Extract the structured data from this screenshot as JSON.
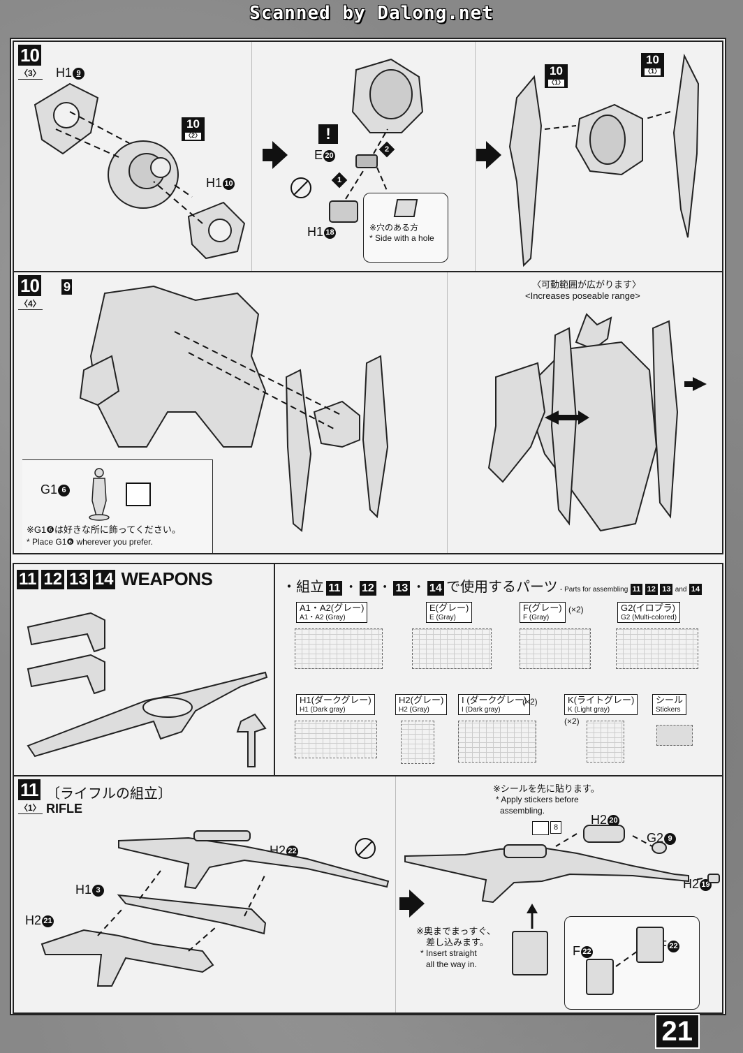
{
  "scan_credit": "Scanned by Dalong.net",
  "page_number": "21",
  "step10_3": {
    "step": "10",
    "sub": "〈3〉",
    "parts": {
      "h1_9": {
        "code": "H1",
        "num": "9"
      },
      "tag": {
        "num": "10",
        "sub": "〈2〉"
      },
      "h1_10": {
        "code": "H1",
        "num": "10"
      },
      "e20": {
        "code": "E",
        "num": "20"
      },
      "h1_18": {
        "code": "H1",
        "num": "18"
      },
      "tag1a": {
        "num": "10",
        "sub": "〈1〉"
      },
      "tag1b": {
        "num": "10",
        "sub": "〈1〉"
      }
    },
    "order": [
      "1",
      "2"
    ],
    "warn": "!",
    "hole_note_jp": "※穴のある方",
    "hole_note_en": "* Side with a hole"
  },
  "step10_4": {
    "step": "10",
    "sub": "〈4〉",
    "ref": "9",
    "poseable_jp": "〈可動範囲が広がります〉",
    "poseable_en": "<Increases poseable range>",
    "g1": {
      "code": "G1",
      "num": "6"
    },
    "g1_note_jp": "※G1❻は好きな所に飾ってください。",
    "g1_note_en": "* Place G1❻ wherever you prefer."
  },
  "weapons": {
    "numbers": [
      "11",
      "12",
      "13",
      "14"
    ],
    "title": "WEAPONS",
    "parts_title_prefix": "・組立",
    "parts_title_suffix": "で使用するパーツ",
    "parts_title_en": "- Parts for assembling",
    "parts_en_and": "and",
    "runners": [
      {
        "jp": "A1・A2(グレー)",
        "en": "A1・A2 (Gray)",
        "qty": ""
      },
      {
        "jp": "E(グレー)",
        "en": "E (Gray)",
        "qty": ""
      },
      {
        "jp": "F(グレー)",
        "en": "F (Gray)",
        "qty": "(×2)"
      },
      {
        "jp": "G2(イロプラ)",
        "en": "G2 (Multi-colored)",
        "qty": ""
      },
      {
        "jp": "H1(ダークグレー)",
        "en": "H1 (Dark gray)",
        "qty": ""
      },
      {
        "jp": "H2(グレー)",
        "en": "H2 (Gray)",
        "qty": ""
      },
      {
        "jp": "I (ダークグレー)",
        "en": "I (Dark gray)",
        "qty": "(×2)"
      },
      {
        "jp": "K(ライトグレー)",
        "en": "K (Light gray)",
        "qty": "(×2)"
      },
      {
        "jp": "シール",
        "en": "Stickers",
        "qty": ""
      }
    ]
  },
  "step11_1": {
    "step": "11",
    "title_jp": "〔ライフルの組立〕",
    "sub": "〈1〉",
    "title_en": "RIFLE",
    "h2_22": {
      "code": "H2",
      "num": "22"
    },
    "h1_3": {
      "code": "H1",
      "num": "3"
    },
    "h2_21": {
      "code": "H2",
      "num": "21"
    },
    "sticker_note_jp": "※シールを先に貼ります。",
    "sticker_note_en1": "* Apply stickers before",
    "sticker_note_en2": "assembling.",
    "sticker_num": "8",
    "h2_20": {
      "code": "H2",
      "num": "20"
    },
    "g2_9": {
      "code": "G2",
      "num": "9"
    },
    "h2_19": {
      "code": "H2",
      "num": "19"
    },
    "insert_note_jp1": "※奥までまっすぐ、",
    "insert_note_jp2": "差し込みます。",
    "insert_note_en1": "* Insert straight",
    "insert_note_en2": "all the way in.",
    "f22a": {
      "code": "F",
      "num": "22"
    },
    "f22b": {
      "code": "F",
      "num": "22"
    }
  }
}
